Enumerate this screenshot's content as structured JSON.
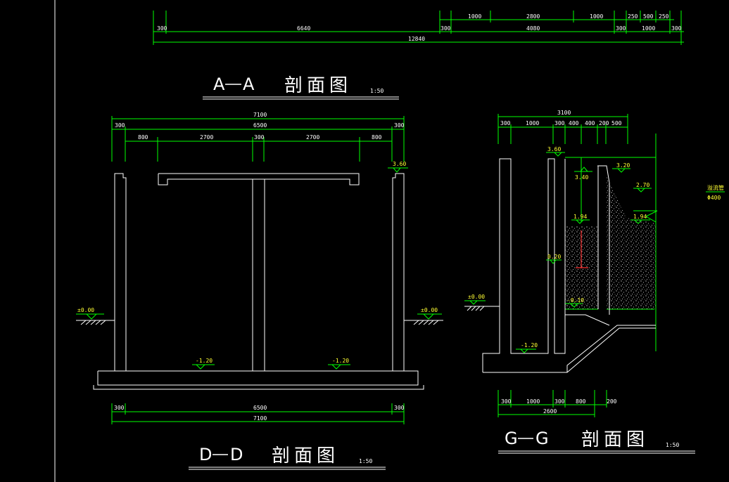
{
  "colors": {
    "background": "#000000",
    "dimension": "#00ff00",
    "outline": "#ffffff",
    "level_text": "#ffff33",
    "accent": "#ff3333"
  },
  "top_dims": {
    "row1": [
      "1000",
      "2800",
      "1000",
      "250",
      "500",
      "250"
    ],
    "row2": [
      "300",
      "6640",
      "300",
      "4080",
      "300",
      "1000",
      "300"
    ],
    "total": "12840"
  },
  "sections": {
    "aa": {
      "letter1": "A",
      "letter2": "A",
      "name": "剖面图",
      "scale": "1:50"
    },
    "dd": {
      "letter1": "D",
      "letter2": "D",
      "name": "剖面图",
      "scale": "1:50"
    },
    "gg": {
      "letter1": "G",
      "letter2": "G",
      "name": "剖面图",
      "scale": "1:50"
    }
  },
  "dd_dims": {
    "total_top": "7100",
    "inner_top": [
      "300",
      "6500",
      "300"
    ],
    "spans": [
      "800",
      "2700",
      "300",
      "2700",
      "800"
    ],
    "bottom_row": [
      "300",
      "6500",
      "300"
    ],
    "total_bottom": "7100"
  },
  "dd_levels": {
    "top_right": "3.60",
    "ground_left": "±0.00",
    "ground_right": "±0.00",
    "floor_left": "-1.20",
    "floor_right": "-1.20"
  },
  "gg_dims": {
    "total_top": "3100",
    "top_row": [
      "300",
      "1000",
      "300",
      "400",
      "400",
      "200",
      "500"
    ],
    "bottom_row": [
      "300",
      "1000",
      "300",
      "800",
      "200"
    ],
    "bottom_total": "2600"
  },
  "gg_levels": {
    "top": "3.60",
    "a": "3.40",
    "b": "3.20",
    "c": "2.70",
    "d": "1.94",
    "e": "1.94",
    "f": "0.20",
    "g": "-0.10",
    "ground": "±0.00",
    "floor": "-1.20"
  },
  "gg_note": {
    "line1": "溢流管",
    "line2": "Φ400"
  }
}
